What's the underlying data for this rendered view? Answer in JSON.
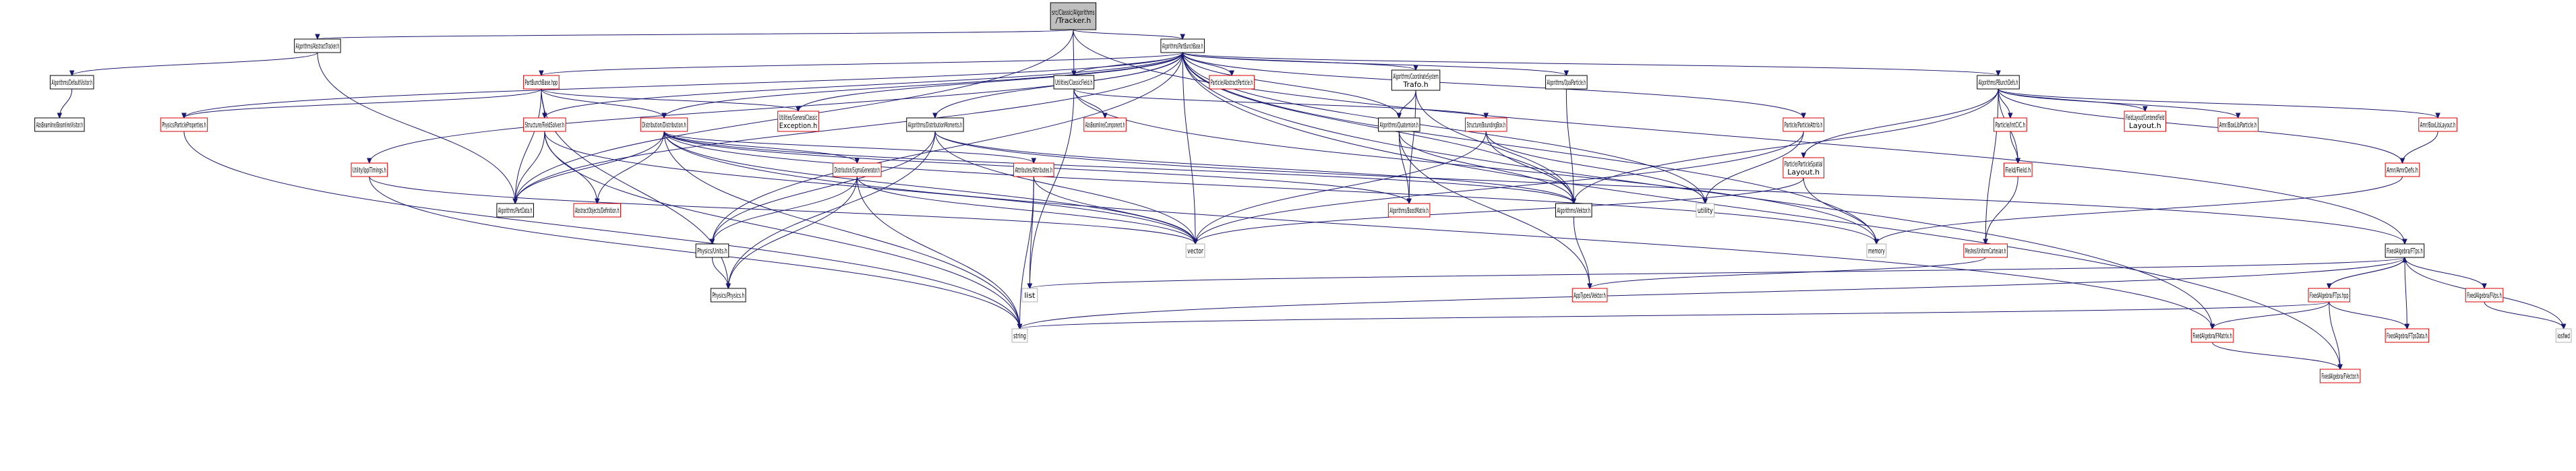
{
  "colors": {
    "edge": "#191970",
    "border_black": "#000000",
    "border_red": "#d80000",
    "border_gray": "#b0b0b0",
    "root_fill": "#bfbfbf"
  },
  "nodes": [
    {
      "id": "root",
      "lines": [
        "src/Classic/Algorithms",
        "/Tracker.h"
      ],
      "style": "root"
    },
    {
      "id": "AbstractTracker",
      "lines": [
        "Algorithms/AbstractTracker.h"
      ],
      "style": "black"
    },
    {
      "id": "PartBunchBase",
      "lines": [
        "Algorithms/PartBunchBase.h"
      ],
      "style": "black"
    },
    {
      "id": "DefaultVisitor",
      "lines": [
        "Algorithms/DefaultVisitor.h"
      ],
      "style": "black"
    },
    {
      "id": "BeamlineVisitor",
      "lines": [
        "AbsBeamline/BeamlineVisitor.h"
      ],
      "style": "black"
    },
    {
      "id": "ParticleProperties",
      "lines": [
        "Physics/ParticleProperties.h"
      ],
      "style": "red"
    },
    {
      "id": "PartBunchBaseHpp",
      "lines": [
        "PartBunchBase.hpp"
      ],
      "style": "red"
    },
    {
      "id": "IpplTimings",
      "lines": [
        "Utility/IpplTimings.h"
      ],
      "style": "red"
    },
    {
      "id": "FieldSolver",
      "lines": [
        "Structure/FieldSolver.h"
      ],
      "style": "red"
    },
    {
      "id": "Distribution",
      "lines": [
        "Distribution/Distribution.h"
      ],
      "style": "red"
    },
    {
      "id": "GeneralClassicException",
      "lines": [
        "Utilities/GeneralClassic",
        "Exception.h"
      ],
      "style": "red"
    },
    {
      "id": "ClassicField",
      "lines": [
        "Utilities/ClassicField.h"
      ],
      "style": "black"
    },
    {
      "id": "DistributionMoments",
      "lines": [
        "Algorithms/DistributionMoments.h"
      ],
      "style": "black"
    },
    {
      "id": "AbstractParticle",
      "lines": [
        "Particle/AbstractParticle.h"
      ],
      "style": "red"
    },
    {
      "id": "CoordinateSystemTrafo",
      "lines": [
        "Algorithms/CoordinateSystem",
        "Trafo.h"
      ],
      "style": "black"
    },
    {
      "id": "OpalParticle",
      "lines": [
        "Algorithms/OpalParticle.h"
      ],
      "style": "black"
    },
    {
      "id": "PBunchDefs",
      "lines": [
        "Algorithms/PBunchDefs.h"
      ],
      "style": "black"
    },
    {
      "id": "ParticleAttrib",
      "lines": [
        "Particle/ParticleAttrib.h"
      ],
      "style": "red"
    },
    {
      "id": "Component",
      "lines": [
        "AbsBeamline/Component.h"
      ],
      "style": "red"
    },
    {
      "id": "Quaternion",
      "lines": [
        "Algorithms/Quaternion.h"
      ],
      "style": "black"
    },
    {
      "id": "BoundingBox",
      "lines": [
        "Structure/BoundingBox.h"
      ],
      "style": "red"
    },
    {
      "id": "SigmaGenerator",
      "lines": [
        "Distribution/SigmaGenerator.h"
      ],
      "style": "red"
    },
    {
      "id": "Attributes",
      "lines": [
        "Attributes/Attributes.h"
      ],
      "style": "red"
    },
    {
      "id": "PartData",
      "lines": [
        "Algorithms/PartData.h"
      ],
      "style": "black"
    },
    {
      "id": "AbstractObjectsDefinition",
      "lines": [
        "AbstractObjects/Definition.h"
      ],
      "style": "red"
    },
    {
      "id": "BoostMatrix",
      "lines": [
        "Algorithms/BoostMatrix.h"
      ],
      "style": "red"
    },
    {
      "id": "Vektor",
      "lines": [
        "Algorithms/Vektor.h"
      ],
      "style": "black"
    },
    {
      "id": "utility",
      "lines": [
        "utility"
      ],
      "style": "gray"
    },
    {
      "id": "ParticleSpatialLayout",
      "lines": [
        "Particle/ParticleSpatial",
        "Layout.h"
      ],
      "style": "red"
    },
    {
      "id": "IntCIC",
      "lines": [
        "Particle/IntCIC.h"
      ],
      "style": "red"
    },
    {
      "id": "Field",
      "lines": [
        "Field/Field.h"
      ],
      "style": "red"
    },
    {
      "id": "CenteredFieldLayout",
      "lines": [
        "FieldLayout/CenteredField",
        "Layout.h"
      ],
      "style": "red"
    },
    {
      "id": "BoxLibParticle",
      "lines": [
        "Amr/BoxLibParticle.h"
      ],
      "style": "red"
    },
    {
      "id": "BoxLibLayout",
      "lines": [
        "Amr/BoxLibLayout.h"
      ],
      "style": "red"
    },
    {
      "id": "AmrDefs",
      "lines": [
        "Amr/AmrDefs.h"
      ],
      "style": "red"
    },
    {
      "id": "Units",
      "lines": [
        "Physics/Units.h"
      ],
      "style": "black"
    },
    {
      "id": "Physics",
      "lines": [
        "Physics/Physics.h"
      ],
      "style": "black"
    },
    {
      "id": "vector",
      "lines": [
        "vector"
      ],
      "style": "gray"
    },
    {
      "id": "memory",
      "lines": [
        "memory"
      ],
      "style": "gray"
    },
    {
      "id": "UniformCartesian",
      "lines": [
        "Meshes/UniformCartesian.h"
      ],
      "style": "red"
    },
    {
      "id": "FTps",
      "lines": [
        "FixedAlgebra/FTps.h"
      ],
      "style": "black"
    },
    {
      "id": "list",
      "lines": [
        "list"
      ],
      "style": "gray"
    },
    {
      "id": "AppTypesVektor",
      "lines": [
        "AppTypes/Vektor.h"
      ],
      "style": "red"
    },
    {
      "id": "string",
      "lines": [
        "string"
      ],
      "style": "gray"
    },
    {
      "id": "FTpsHpp",
      "lines": [
        "FixedAlgebra/FTps.hpp"
      ],
      "style": "red"
    },
    {
      "id": "FVps",
      "lines": [
        "FixedAlgebra/FVps.h"
      ],
      "style": "red"
    },
    {
      "id": "iosfwd",
      "lines": [
        "iosfwd"
      ],
      "style": "gray"
    },
    {
      "id": "FMatrix",
      "lines": [
        "FixedAlgebra/FMatrix.h"
      ],
      "style": "red"
    },
    {
      "id": "FTpsData",
      "lines": [
        "FixedAlgebra/FTpsData.h"
      ],
      "style": "red"
    },
    {
      "id": "FVector",
      "lines": [
        "FixedAlgebra/FVector.h"
      ],
      "style": "red"
    }
  ],
  "edges": [
    [
      "root",
      "AbstractTracker"
    ],
    [
      "root",
      "PartBunchBase"
    ],
    [
      "root",
      "PartData"
    ],
    [
      "root",
      "ClassicField"
    ],
    [
      "root",
      "FTps"
    ],
    [
      "AbstractTracker",
      "DefaultVisitor"
    ],
    [
      "AbstractTracker",
      "PartData"
    ],
    [
      "DefaultVisitor",
      "BeamlineVisitor"
    ],
    [
      "PartBunchBase",
      "ParticleProperties"
    ],
    [
      "PartBunchBase",
      "PartBunchBaseHpp"
    ],
    [
      "PartBunchBase",
      "IpplTimings"
    ],
    [
      "PartBunchBase",
      "FieldSolver"
    ],
    [
      "PartBunchBase",
      "Distribution"
    ],
    [
      "PartBunchBase",
      "GeneralClassicException"
    ],
    [
      "PartBunchBase",
      "ClassicField"
    ],
    [
      "PartBunchBase",
      "DistributionMoments"
    ],
    [
      "PartBunchBase",
      "AbstractParticle"
    ],
    [
      "PartBunchBase",
      "CoordinateSystemTrafo"
    ],
    [
      "PartBunchBase",
      "OpalParticle"
    ],
    [
      "PartBunchBase",
      "PBunchDefs"
    ],
    [
      "PartBunchBase",
      "ParticleAttrib"
    ],
    [
      "PartBunchBase",
      "Quaternion"
    ],
    [
      "PartBunchBase",
      "PartData"
    ],
    [
      "PartBunchBase",
      "Vektor"
    ],
    [
      "PartBunchBase",
      "utility"
    ],
    [
      "PartBunchBase",
      "vector"
    ],
    [
      "PartBunchBase",
      "memory"
    ],
    [
      "PartBunchBase",
      "Units"
    ],
    [
      "PartBunchBase",
      "FMatrix"
    ],
    [
      "PartBunchBase",
      "FVector"
    ],
    [
      "PartBunchBaseHpp",
      "ParticleProperties"
    ],
    [
      "PartBunchBaseHpp",
      "FieldSolver"
    ],
    [
      "PartBunchBaseHpp",
      "Distribution"
    ],
    [
      "PartBunchBaseHpp",
      "GeneralClassicException"
    ],
    [
      "PartBunchBaseHpp",
      "PartData"
    ],
    [
      "PartBunchBaseHpp",
      "Physics"
    ],
    [
      "ParticleProperties",
      "string"
    ],
    [
      "IpplTimings",
      "string"
    ],
    [
      "IpplTimings",
      "vector"
    ],
    [
      "FieldSolver",
      "PartData"
    ],
    [
      "FieldSolver",
      "AbstractObjectsDefinition"
    ],
    [
      "FieldSolver",
      "string"
    ],
    [
      "FieldSolver",
      "vector"
    ],
    [
      "Distribution",
      "PartData"
    ],
    [
      "Distribution",
      "AbstractObjectsDefinition"
    ],
    [
      "Distribution",
      "SigmaGenerator"
    ],
    [
      "Distribution",
      "Attributes"
    ],
    [
      "Distribution",
      "BoostMatrix"
    ],
    [
      "Distribution",
      "Vektor"
    ],
    [
      "Distribution",
      "vector"
    ],
    [
      "Distribution",
      "string"
    ],
    [
      "Distribution",
      "FMatrix"
    ],
    [
      "Distribution",
      "memory"
    ],
    [
      "ClassicField",
      "Component"
    ],
    [
      "ClassicField",
      "BoundingBox"
    ],
    [
      "ClassicField",
      "memory"
    ],
    [
      "ClassicField",
      "list"
    ],
    [
      "DistributionMoments",
      "Vektor"
    ],
    [
      "DistributionMoments",
      "Units"
    ],
    [
      "DistributionMoments",
      "Physics"
    ],
    [
      "DistributionMoments",
      "vector"
    ],
    [
      "DistributionMoments",
      "FTps"
    ],
    [
      "CoordinateSystemTrafo",
      "Quaternion"
    ],
    [
      "CoordinateSystemTrafo",
      "BoostMatrix"
    ],
    [
      "CoordinateSystemTrafo",
      "Vektor"
    ],
    [
      "OpalParticle",
      "Vektor"
    ],
    [
      "PBunchDefs",
      "ParticleSpatialLayout"
    ],
    [
      "PBunchDefs",
      "IntCIC"
    ],
    [
      "PBunchDefs",
      "Field"
    ],
    [
      "PBunchDefs",
      "CenteredFieldLayout"
    ],
    [
      "PBunchDefs",
      "BoxLibParticle"
    ],
    [
      "PBunchDefs",
      "BoxLibLayout"
    ],
    [
      "PBunchDefs",
      "AmrDefs"
    ],
    [
      "PBunchDefs",
      "UniformCartesian"
    ],
    [
      "PBunchDefs",
      "Vektor"
    ],
    [
      "ParticleAttrib",
      "utility"
    ],
    [
      "ParticleAttrib",
      "vector"
    ],
    [
      "Quaternion",
      "BoostMatrix"
    ],
    [
      "Quaternion",
      "Vektor"
    ],
    [
      "Quaternion",
      "AppTypesVektor"
    ],
    [
      "BoundingBox",
      "Vektor"
    ],
    [
      "BoundingBox",
      "vector"
    ],
    [
      "BoundingBox",
      "utility"
    ],
    [
      "SigmaGenerator",
      "Units"
    ],
    [
      "SigmaGenerator",
      "Physics"
    ],
    [
      "SigmaGenerator",
      "vector"
    ],
    [
      "SigmaGenerator",
      "string"
    ],
    [
      "Attributes",
      "list"
    ],
    [
      "Attributes",
      "string"
    ],
    [
      "Attributes",
      "vector"
    ],
    [
      "Vektor",
      "AppTypesVektor"
    ],
    [
      "ParticleSpatialLayout",
      "vector"
    ],
    [
      "ParticleSpatialLayout",
      "memory"
    ],
    [
      "IntCIC",
      "Field"
    ],
    [
      "Field",
      "UniformCartesian"
    ],
    [
      "BoxLibLayout",
      "AmrDefs"
    ],
    [
      "AmrDefs",
      "memory"
    ],
    [
      "Units",
      "Physics"
    ],
    [
      "UniformCartesian",
      "AppTypesVektor"
    ],
    [
      "FTps",
      "FTpsHpp"
    ],
    [
      "FTps",
      "list"
    ],
    [
      "FTps",
      "string"
    ],
    [
      "FTps",
      "FVps"
    ],
    [
      "FTps",
      "iosfwd"
    ],
    [
      "FTps",
      "FTpsData"
    ],
    [
      "FTpsHpp",
      "FTps"
    ],
    [
      "FTpsHpp",
      "FMatrix"
    ],
    [
      "FTpsHpp",
      "FTpsData"
    ],
    [
      "FTpsHpp",
      "FVector"
    ],
    [
      "FTpsHpp",
      "string"
    ],
    [
      "FVps",
      "iosfwd"
    ],
    [
      "FMatrix",
      "FVector"
    ]
  ]
}
